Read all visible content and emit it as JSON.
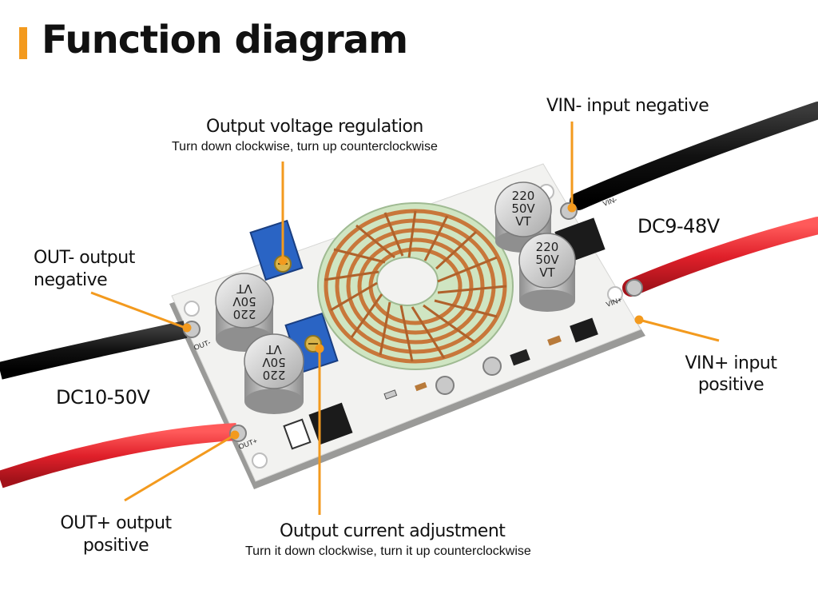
{
  "header": {
    "title": "Function diagram",
    "accent_color": "#f39a1e"
  },
  "callouts": {
    "output_voltage": {
      "title": "Output voltage regulation",
      "note": "Turn down clockwise, turn up counterclockwise"
    },
    "vin_negative": {
      "label": "VIN- input negative"
    },
    "input_range": {
      "label": "DC9-48V"
    },
    "out_negative": {
      "line1": "OUT- output",
      "line2": "negative"
    },
    "vin_positive": {
      "line1": "VIN+ input",
      "line2": "positive"
    },
    "output_range": {
      "label": "DC10-50V"
    },
    "out_positive": {
      "line1": "OUT+ output",
      "line2": "positive"
    },
    "output_current": {
      "title": "Output current adjustment",
      "note": "Turn it down clockwise, turn it up counterclockwise"
    }
  },
  "board": {
    "capacitors": [
      {
        "line1": "220",
        "line2": "50V",
        "line3": "VT"
      },
      {
        "line1": "220",
        "line2": "50V",
        "line3": "VT"
      },
      {
        "line1": "220",
        "line2": "50V",
        "line3": "VT"
      },
      {
        "line1": "220",
        "line2": "50V",
        "line3": "VT"
      }
    ],
    "silkscreen": {
      "vin_minus": "VIN-",
      "vin_plus": "VIN+",
      "out_minus": "OUT-",
      "out_plus": "OUT+"
    }
  },
  "colors": {
    "wire_black": "#1a1a1a",
    "wire_red": "#e0202a",
    "leader": "#f39a1e",
    "pcb": "#f2f2f0",
    "toroid_core": "#cfe5c2",
    "copper": "#c8773a",
    "trimmer": "#2a64c4"
  }
}
